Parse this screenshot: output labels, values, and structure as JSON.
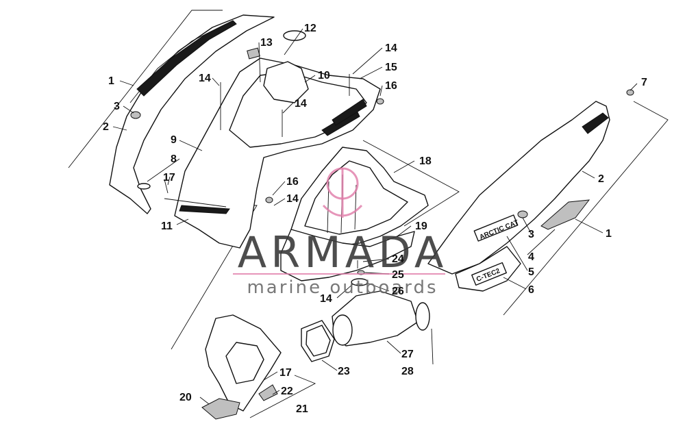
{
  "callouts": {
    "c1a": "1",
    "c1b": "1",
    "c2a": "2",
    "c2b": "2",
    "c3a": "3",
    "c3b": "3",
    "c4": "4",
    "c5": "5",
    "c6": "6",
    "c7": "7",
    "c8": "8",
    "c9": "9",
    "c10": "10",
    "c11": "11",
    "c12": "12",
    "c13": "13",
    "c14a": "14",
    "c14b": "14",
    "c14c": "14",
    "c14d": "14",
    "c14e": "14",
    "c15": "15",
    "c16a": "16",
    "c16b": "16",
    "c17a": "17",
    "c17b": "17",
    "c18": "18",
    "c19": "19",
    "c20": "20",
    "c21": "21",
    "c22": "22",
    "c23": "23",
    "c24": "24",
    "c25": "25",
    "c26": "26",
    "c27": "27",
    "c28": "28"
  },
  "decals": {
    "brand": "ARCTIC CAT",
    "model": "C-TEC2"
  },
  "watermark": {
    "main": "ARMADA",
    "sub": "marine outboards",
    "accent_color": "#e07aa8"
  }
}
